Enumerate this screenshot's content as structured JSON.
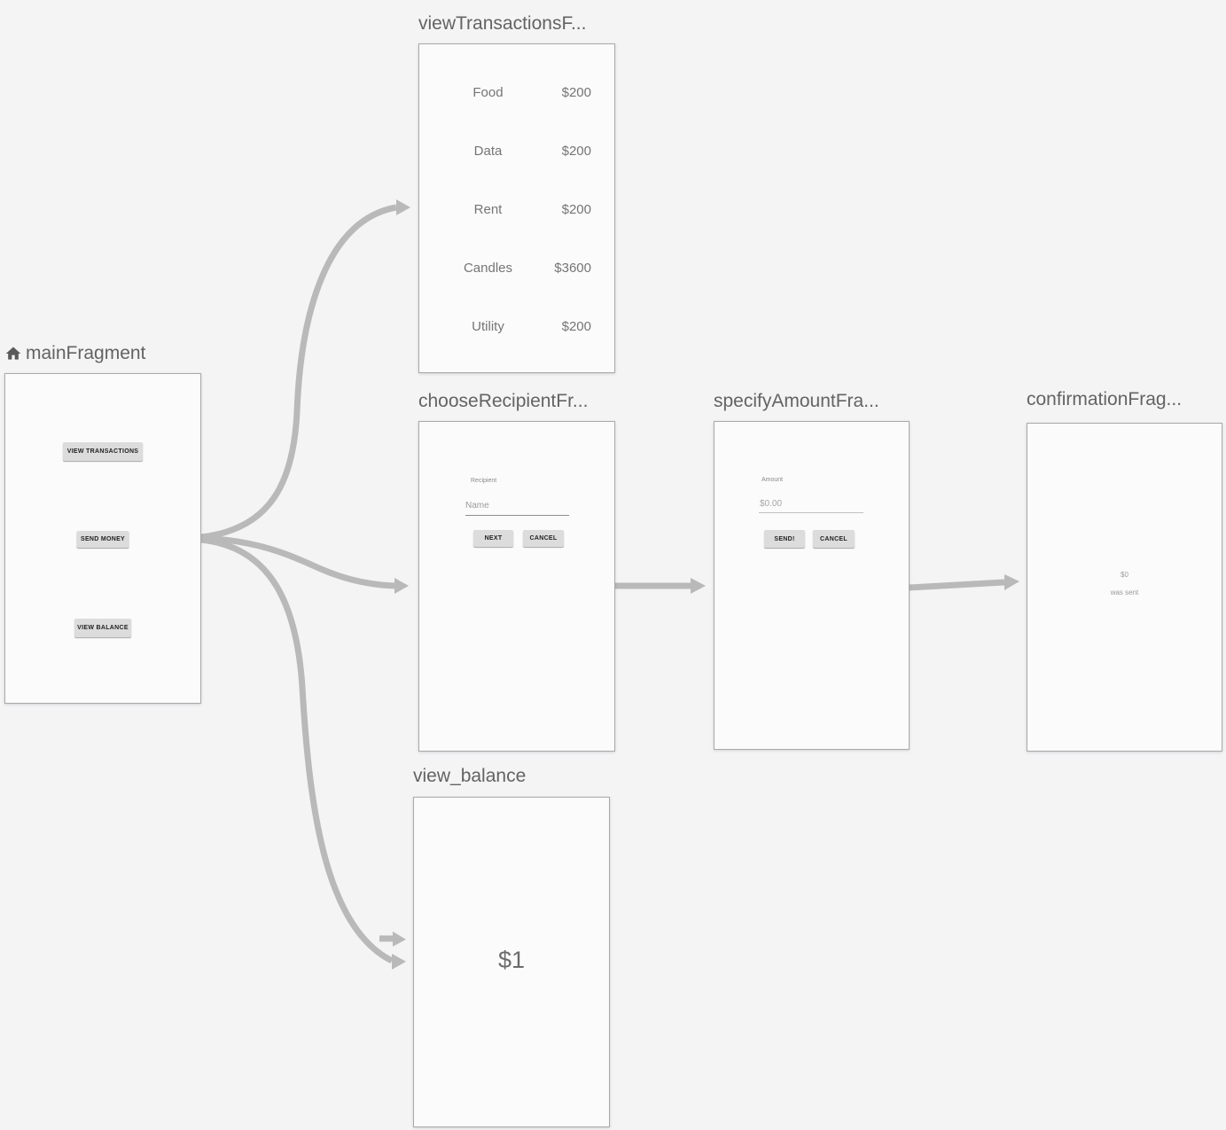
{
  "theme": {
    "background": "#f4f4f5",
    "card_background": "#fbfbfb",
    "card_border": "#a9a9a9",
    "arrow_color": "#b9b9b9",
    "title_color": "#636363"
  },
  "fragments": {
    "main": {
      "title": "mainFragment",
      "buttons": [
        "VIEW TRANSACTIONS",
        "SEND MONEY",
        "VIEW BALANCE"
      ]
    },
    "transactions": {
      "title": "viewTransactionsF...",
      "rows": [
        {
          "label": "Food",
          "amount": "$200"
        },
        {
          "label": "Data",
          "amount": "$200"
        },
        {
          "label": "Rent",
          "amount": "$200"
        },
        {
          "label": "Candles",
          "amount": "$3600"
        },
        {
          "label": "Utility",
          "amount": "$200"
        }
      ]
    },
    "choose_recipient": {
      "title": "chooseRecipientFr...",
      "field_label": "Recipient",
      "field_placeholder": "Name",
      "next_label": "NEXT",
      "cancel_label": "CANCEL"
    },
    "specify_amount": {
      "title": "specifyAmountFra...",
      "field_label": "Amount",
      "field_placeholder": "$0.00",
      "send_label": "SEND!",
      "cancel_label": "CANCEL"
    },
    "confirmation": {
      "title": "confirmationFrag...",
      "amount": "$0",
      "message": "was sent"
    },
    "view_balance": {
      "title": "view_balance",
      "balance": "$1"
    }
  }
}
